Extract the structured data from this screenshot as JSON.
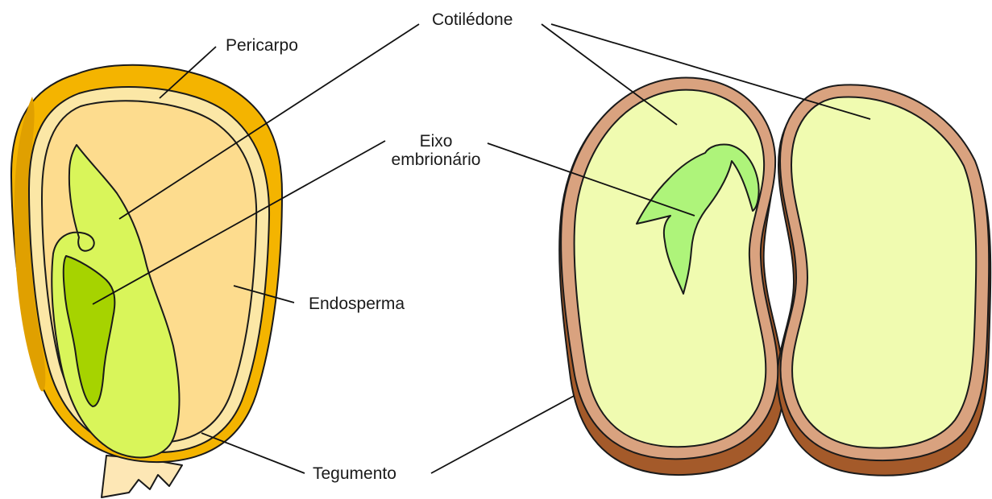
{
  "labels": {
    "pericarpo": "Pericarpo",
    "cotiledone": "Cotilédone",
    "eixo_line1": "Eixo",
    "eixo_line2": "embrionário",
    "endosperma": "Endosperma",
    "tegumento": "Tegumento"
  },
  "colors": {
    "pericarp_orange": "#f4b400",
    "pericarp_dark": "#d99500",
    "tegument_cream": "#fbe7a6",
    "endosperm": "#fddc8e",
    "cotyledon_corn": "#d9f55a",
    "embryo_corn": "#a6d300",
    "bean_coat": "#d9a27f",
    "bean_coat_dark": "#a45a2a",
    "bean_cotyledon": "#f0fbb0",
    "bean_embryo": "#aef47a",
    "base_cream": "#fde7b5"
  }
}
